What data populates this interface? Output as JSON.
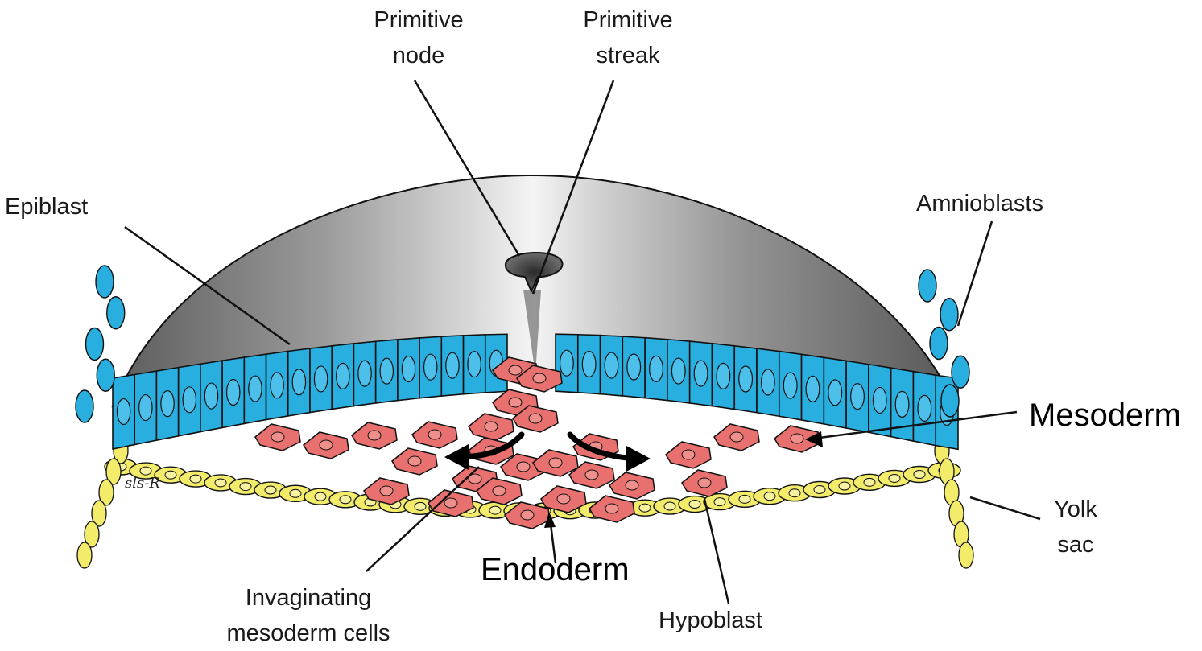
{
  "diagram": {
    "labels": {
      "primitive_node": [
        "Primitive",
        "node"
      ],
      "primitive_streak": [
        "Primitive",
        "streak"
      ],
      "epiblast": "Epiblast",
      "amnioblasts": "Amnioblasts",
      "mesoderm": "Mesoderm",
      "yolk_sac": [
        "Yolk",
        "sac"
      ],
      "endoderm": "Endoderm",
      "invaginating": [
        "Invaginating",
        "mesoderm cells"
      ],
      "hypoblast": "Hypoblast"
    },
    "signature": "sls-R",
    "colors": {
      "epiblast_cells": "#29aee0",
      "mesoderm_cells": "#e8706e",
      "hypoblast_cells": "#f2ec6a",
      "amnion_dome": "#9a9a9a",
      "outline": "#111111"
    }
  }
}
